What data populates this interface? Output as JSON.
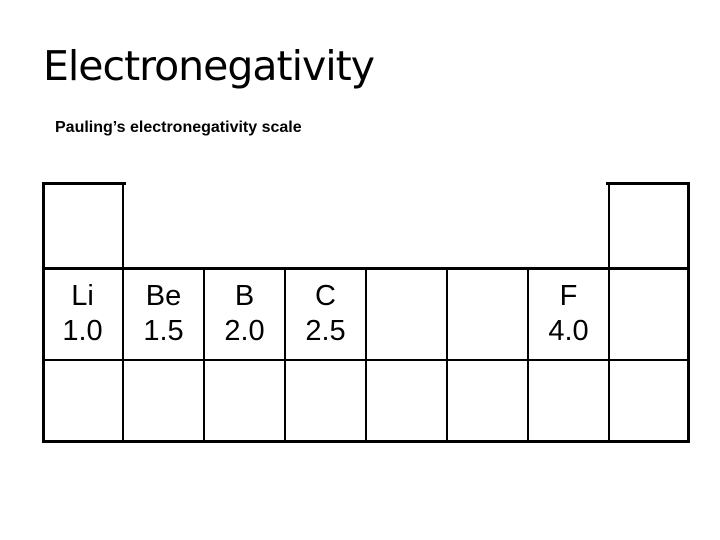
{
  "slide": {
    "title": "Electronegativity",
    "subtitle": "Pauling’s electronegativity scale"
  },
  "table": {
    "description": "Partial periodic table fragment showing Pauling electronegativity values",
    "columns": 8,
    "rows": 3,
    "cells": [
      {
        "col": 1,
        "symbol": "Li",
        "value": "1.0"
      },
      {
        "col": 2,
        "symbol": "Be",
        "value": "1.5"
      },
      {
        "col": 3,
        "symbol": "B",
        "value": "2.0"
      },
      {
        "col": 4,
        "symbol": "C",
        "value": "2.5"
      },
      {
        "col": 7,
        "symbol": "F",
        "value": "4.0"
      }
    ]
  },
  "colors": {
    "ink": "#000000",
    "background": "#ffffff"
  }
}
